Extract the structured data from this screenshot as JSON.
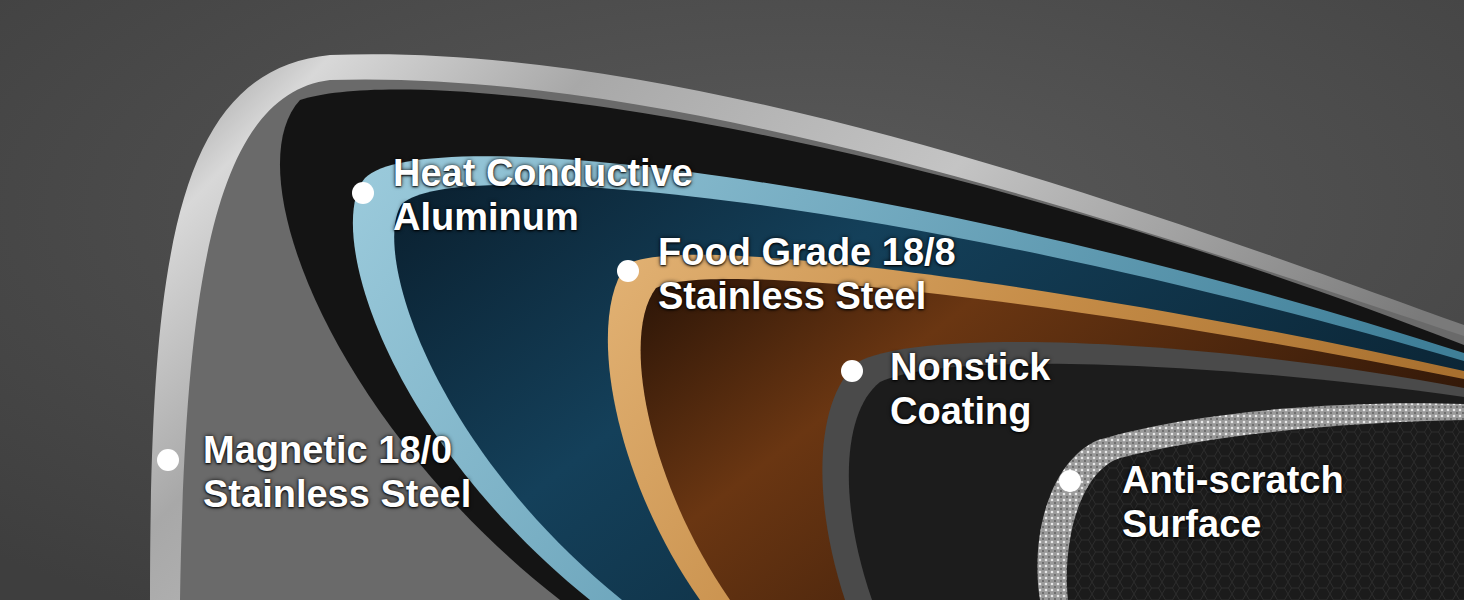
{
  "diagram": {
    "labels": [
      "Heat Conductive Aluminum",
      "Food Grade 18/8 Stainless Steel",
      "Nonstick Coating",
      "Magnetic 18/0 Stainless Steel",
      "Anti-scratch Surface"
    ]
  }
}
